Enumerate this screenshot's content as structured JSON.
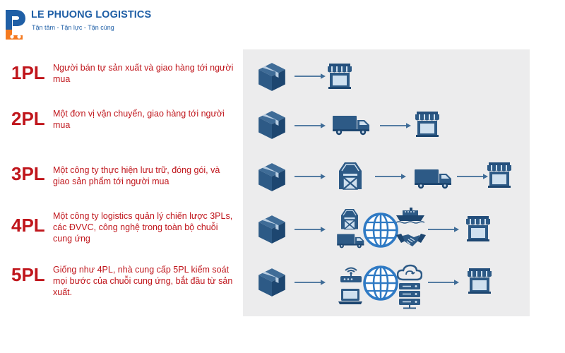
{
  "brand": {
    "name": "LE PHUONG LOGISTICS",
    "slogan": "Tận tâm - Tận lực - Tận cùng",
    "primary_color": "#1f5fa6",
    "accent_color": "#c0161c"
  },
  "rows": [
    {
      "label": "1PL",
      "description": "Người bán tự sản xuất và giao hàng tới người mua",
      "flow": [
        "box-icon",
        "arrow-icon",
        "shop-icon"
      ]
    },
    {
      "label": "2PL",
      "description": "Một đơn vị vận chuyển, giao hàng tới người mua",
      "flow": [
        "box-icon",
        "arrow-icon",
        "truck-icon",
        "arrow-icon",
        "shop-icon"
      ]
    },
    {
      "label": "3PL",
      "description": "Một công ty thực hiện lưu trữ, đóng gói, và giao sản phẩm tới người mua",
      "flow": [
        "box-icon",
        "arrow-icon",
        "warehouse-icon",
        "arrow-icon",
        "truck-icon",
        "arrow-icon",
        "shop-icon"
      ]
    },
    {
      "label": "4PL",
      "description": "Một công ty logistics quản lý chiến lược 3PLs, các ĐVVC, công nghệ trong toàn bộ chuỗi cung ứng",
      "flow": [
        "box-icon",
        "arrow-icon",
        "warehouse-icon",
        "truck-icon",
        "globe-icon",
        "ship-icon",
        "handshake-icon",
        "arrow-icon",
        "shop-icon"
      ]
    },
    {
      "label": "5PL",
      "description": "Giống như 4PL, nhà cung cấp 5PL kiểm soát mọi bước của chuỗi cung ứng, bắt đầu từ sản xuất.",
      "flow": [
        "box-icon",
        "arrow-icon",
        "router-icon",
        "laptop-icon",
        "globe-icon",
        "cloud-icon",
        "server-icon",
        "arrow-icon",
        "shop-icon"
      ]
    }
  ]
}
